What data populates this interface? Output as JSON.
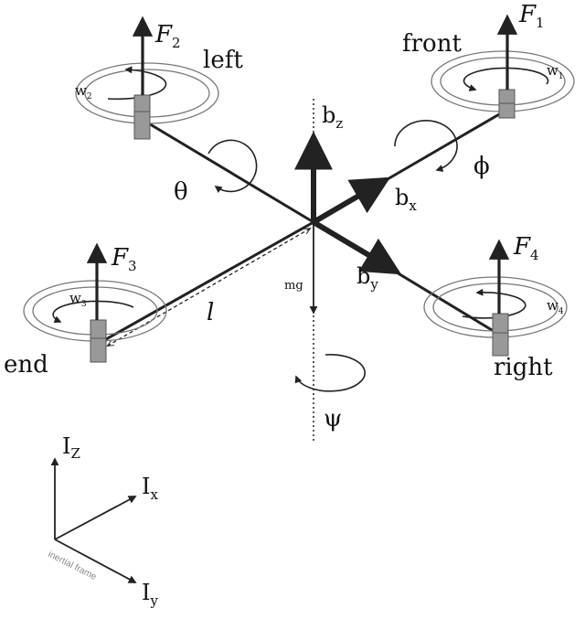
{
  "labels": {
    "front": "front",
    "left": "left",
    "end": "end",
    "right": "right",
    "F1": "F",
    "F1_sub": "1",
    "F2": "F",
    "F2_sub": "2",
    "F3": "F",
    "F3_sub": "3",
    "F4": "F",
    "F4_sub": "4",
    "w1": "w",
    "w1_sub": "1",
    "w2": "w",
    "w2_sub": "2",
    "w3": "w",
    "w3_sub": "3",
    "w4": "w",
    "w4_sub": "4",
    "bz": "b",
    "bz_sub": "z",
    "bx": "b",
    "bx_sub": "x",
    "by": "b",
    "by_sub": "y",
    "theta": "θ",
    "phi": "ϕ",
    "psi": "ψ",
    "mg": "mg",
    "arm_length": "l",
    "Iz": "I",
    "Iz_sub": "Z",
    "Ix": "I",
    "Ix_sub": "x",
    "Iy": "I",
    "Iy_sub": "y",
    "inertial_frame": "inertial frame"
  },
  "colors": {
    "stroke": "#222222",
    "motor": "#999999",
    "ring": "#777777",
    "frame_caption": "#888888"
  }
}
